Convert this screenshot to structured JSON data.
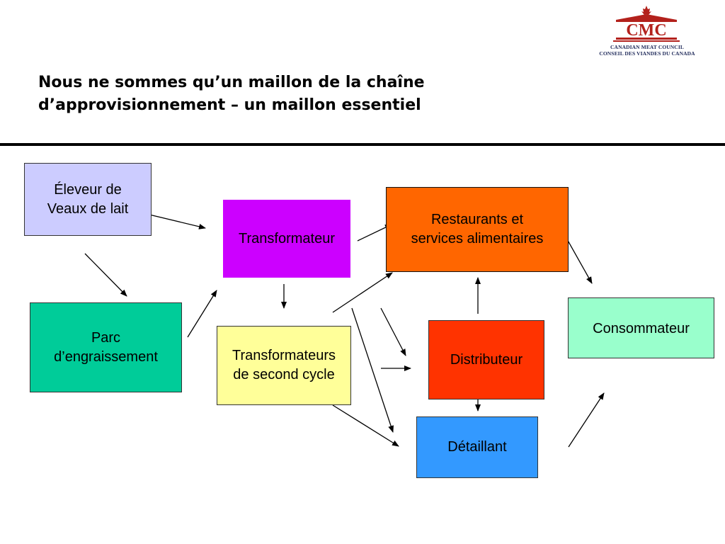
{
  "logo": {
    "mark_text": "CMC",
    "line1": "CANADIAN MEAT COUNCIL",
    "line2": "CONSEIL DES VIANDES DU CANADA",
    "colors": {
      "mark": "#b3211c",
      "text": "#1f2a5a"
    }
  },
  "title": {
    "line1": "Nous ne sommes qu’un maillon de la chaîne",
    "line2": "d’approvisionnement – un maillon essentiel"
  },
  "nodes": {
    "eleveur": {
      "label": "Éleveur de\nVeaux de lait",
      "color": "#ccccff"
    },
    "parc": {
      "label": "Parc\nd’engraissement",
      "color": "#00cc99"
    },
    "transformateur": {
      "label": "Transformateur",
      "color": "#cc00ff"
    },
    "second": {
      "label": "Transformateurs\nde second cycle",
      "color": "#ffff99"
    },
    "restaurants": {
      "label": "Restaurants et\nservices alimentaires",
      "color": "#ff6600"
    },
    "distributeur": {
      "label": "Distributeur",
      "color": "#ff3300"
    },
    "detaillant": {
      "label": "Détaillant",
      "color": "#3399ff"
    },
    "consommateur": {
      "label": "Consommateur",
      "color": "#99ffcc"
    }
  }
}
